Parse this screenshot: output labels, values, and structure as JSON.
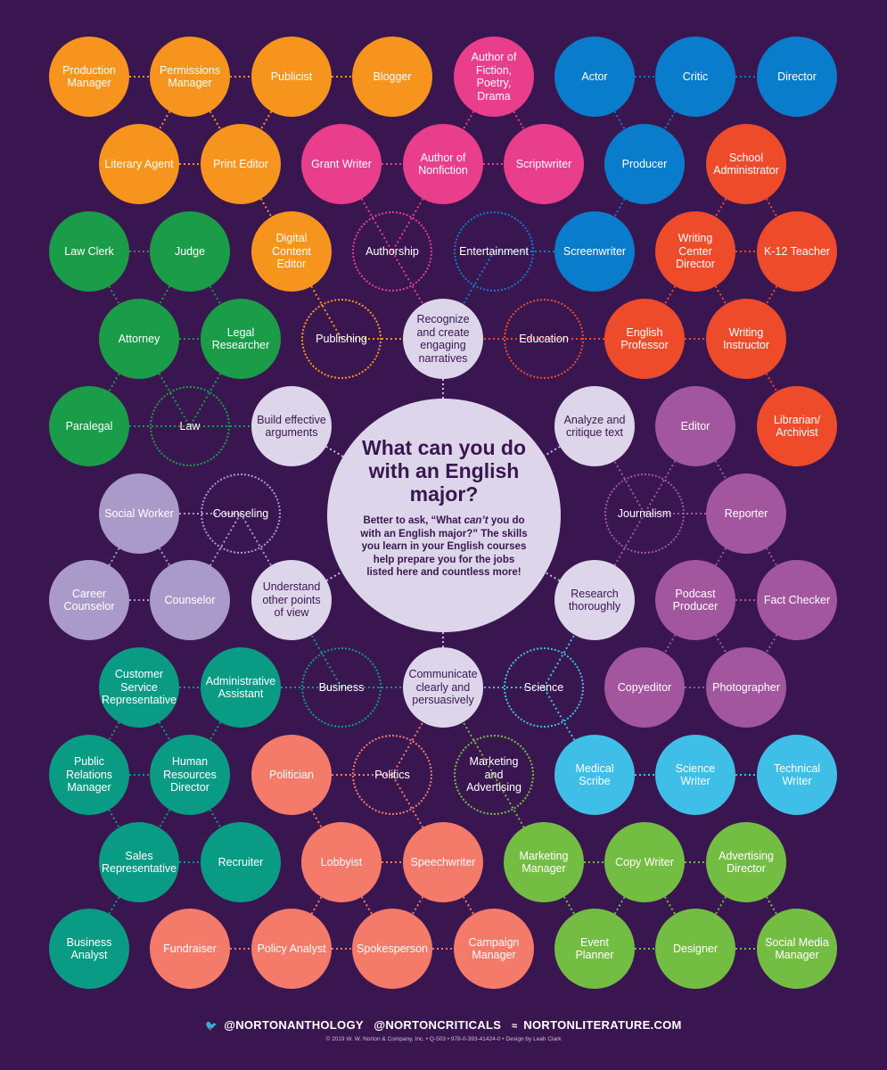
{
  "title": "What can you do with an English major?",
  "subtitle": "Better to ask, “What can’t you do with an English major?” The skills you learn in your English courses help prepare you for the jobs listed here and countless more!",
  "colors": {
    "background": "#3a1650",
    "orange": "#f7941d",
    "pink": "#e83e8c",
    "blue": "#0a7ccc",
    "red": "#ee4b2b",
    "green": "#1a9c48",
    "lavender": "#a99ac9",
    "violet": "#a2569e",
    "teal": "#0a9b85",
    "salmon": "#f47a6a",
    "cyan": "#3fbfe8",
    "lime": "#74bd43",
    "skill": "#ddd6ea"
  },
  "skills": [
    {
      "id": "s-narratives",
      "label": "Recognize and create engaging narratives"
    },
    {
      "id": "s-arguments",
      "label": "Build effective arguments"
    },
    {
      "id": "s-critique",
      "label": "Analyze and critique text"
    },
    {
      "id": "s-viewpoints",
      "label": "Understand other points of view"
    },
    {
      "id": "s-research",
      "label": "Research thoroughly"
    },
    {
      "id": "s-communicate",
      "label": "Communicate clearly and persuasively"
    }
  ],
  "fields": [
    {
      "id": "f-authorship",
      "label": "Authorship",
      "color": "pink"
    },
    {
      "id": "f-entertainment",
      "label": "Entertainment",
      "color": "blue"
    },
    {
      "id": "f-publishing",
      "label": "Publishing",
      "color": "orange"
    },
    {
      "id": "f-education",
      "label": "Education",
      "color": "red"
    },
    {
      "id": "f-law",
      "label": "Law",
      "color": "green"
    },
    {
      "id": "f-counseling",
      "label": "Counseling",
      "color": "lavender"
    },
    {
      "id": "f-journalism",
      "label": "Journalism",
      "color": "violet"
    },
    {
      "id": "f-business",
      "label": "Business",
      "color": "teal"
    },
    {
      "id": "f-science",
      "label": "Science",
      "color": "cyan"
    },
    {
      "id": "f-politics",
      "label": "Politics",
      "color": "salmon"
    },
    {
      "id": "f-marketing",
      "label": "Marketing and Advertising",
      "color": "lime"
    }
  ],
  "careers": [
    {
      "id": "c-production-manager",
      "label": "Production Manager",
      "color": "orange"
    },
    {
      "id": "c-permissions-manager",
      "label": "Permissions Manager",
      "color": "orange"
    },
    {
      "id": "c-publicist",
      "label": "Publicist",
      "color": "orange"
    },
    {
      "id": "c-blogger",
      "label": "Blogger",
      "color": "orange"
    },
    {
      "id": "c-literary-agent",
      "label": "Literary Agent",
      "color": "orange"
    },
    {
      "id": "c-print-editor",
      "label": "Print Editor",
      "color": "orange"
    },
    {
      "id": "c-digital-content-editor",
      "label": "Digital Content Editor",
      "color": "orange"
    },
    {
      "id": "c-author-fiction",
      "label": "Author of Fiction, Poetry, Drama",
      "color": "pink"
    },
    {
      "id": "c-grant-writer",
      "label": "Grant Writer",
      "color": "pink"
    },
    {
      "id": "c-author-nonfiction",
      "label": "Author of Nonfiction",
      "color": "pink"
    },
    {
      "id": "c-scriptwriter",
      "label": "Scriptwriter",
      "color": "pink"
    },
    {
      "id": "c-actor",
      "label": "Actor",
      "color": "blue"
    },
    {
      "id": "c-critic",
      "label": "Critic",
      "color": "blue"
    },
    {
      "id": "c-director",
      "label": "Director",
      "color": "blue"
    },
    {
      "id": "c-producer",
      "label": "Producer",
      "color": "blue"
    },
    {
      "id": "c-screenwriter",
      "label": "Screenwriter",
      "color": "blue"
    },
    {
      "id": "c-school-administrator",
      "label": "School Administrator",
      "color": "red"
    },
    {
      "id": "c-writing-center-director",
      "label": "Writing Center Director",
      "color": "red"
    },
    {
      "id": "c-k12-teacher",
      "label": "K-12 Teacher",
      "color": "red"
    },
    {
      "id": "c-english-professor",
      "label": "English Professor",
      "color": "red"
    },
    {
      "id": "c-writing-instructor",
      "label": "Writing Instructor",
      "color": "red"
    },
    {
      "id": "c-librarian",
      "label": "Librarian/ Archivist",
      "color": "red"
    },
    {
      "id": "c-law-clerk",
      "label": "Law Clerk",
      "color": "green"
    },
    {
      "id": "c-judge",
      "label": "Judge",
      "color": "green"
    },
    {
      "id": "c-attorney",
      "label": "Attorney",
      "color": "green"
    },
    {
      "id": "c-legal-researcher",
      "label": "Legal Researcher",
      "color": "green"
    },
    {
      "id": "c-paralegal",
      "label": "Paralegal",
      "color": "green"
    },
    {
      "id": "c-social-worker",
      "label": "Social Worker",
      "color": "lavender"
    },
    {
      "id": "c-career-counselor",
      "label": "Career Counselor",
      "color": "lavender"
    },
    {
      "id": "c-counselor",
      "label": "Counselor",
      "color": "lavender"
    },
    {
      "id": "c-editor",
      "label": "Editor",
      "color": "violet"
    },
    {
      "id": "c-reporter",
      "label": "Reporter",
      "color": "violet"
    },
    {
      "id": "c-podcast-producer",
      "label": "Podcast Producer",
      "color": "violet"
    },
    {
      "id": "c-fact-checker",
      "label": "Fact Checker",
      "color": "violet"
    },
    {
      "id": "c-copyeditor",
      "label": "Copyeditor",
      "color": "violet"
    },
    {
      "id": "c-photographer",
      "label": "Photographer",
      "color": "violet"
    },
    {
      "id": "c-customer-service",
      "label": "Customer Service Representative",
      "color": "teal"
    },
    {
      "id": "c-admin-assistant",
      "label": "Administrative Assistant",
      "color": "teal"
    },
    {
      "id": "c-public-relations",
      "label": "Public Relations Manager",
      "color": "teal"
    },
    {
      "id": "c-hr-director",
      "label": "Human Resources Director",
      "color": "teal"
    },
    {
      "id": "c-sales-rep",
      "label": "Sales Representative",
      "color": "teal"
    },
    {
      "id": "c-recruiter",
      "label": "Recruiter",
      "color": "teal"
    },
    {
      "id": "c-business-analyst",
      "label": "Business Analyst",
      "color": "teal"
    },
    {
      "id": "c-medical-scribe",
      "label": "Medical Scribe",
      "color": "cyan"
    },
    {
      "id": "c-science-writer",
      "label": "Science Writer",
      "color": "cyan"
    },
    {
      "id": "c-technical-writer",
      "label": "Technical Writer",
      "color": "cyan"
    },
    {
      "id": "c-politician",
      "label": "Politician",
      "color": "salmon"
    },
    {
      "id": "c-lobbyist",
      "label": "Lobbyist",
      "color": "salmon"
    },
    {
      "id": "c-speechwriter",
      "label": "Speechwriter",
      "color": "salmon"
    },
    {
      "id": "c-fundraiser",
      "label": "Fundraiser",
      "color": "salmon"
    },
    {
      "id": "c-policy-analyst",
      "label": "Policy Analyst",
      "color": "salmon"
    },
    {
      "id": "c-spokesperson",
      "label": "Spokesperson",
      "color": "salmon"
    },
    {
      "id": "c-campaign-manager",
      "label": "Campaign Manager",
      "color": "salmon"
    },
    {
      "id": "c-marketing-manager",
      "label": "Marketing Manager",
      "color": "lime"
    },
    {
      "id": "c-copy-writer",
      "label": "Copy Writer",
      "color": "lime"
    },
    {
      "id": "c-advertising-director",
      "label": "Advertising Director",
      "color": "lime"
    },
    {
      "id": "c-event-planner",
      "label": "Event Planner",
      "color": "lime"
    },
    {
      "id": "c-designer",
      "label": "Designer",
      "color": "lime"
    },
    {
      "id": "c-social-media-manager",
      "label": "Social Media Manager",
      "color": "lime"
    }
  ],
  "footer": {
    "twitter_icon": "bird-icon",
    "handle1": "@NORTONANTHOLOGY",
    "handle2": "@NORTONCRITICALS",
    "logo_icon": "seagull-icon",
    "site": "NORTONLITERATURE.COM",
    "credit": "© 2019 W. W. Norton & Company, Inc. • Q-503 • 978-0-393-41424-0 • Design by Leah Clark"
  }
}
